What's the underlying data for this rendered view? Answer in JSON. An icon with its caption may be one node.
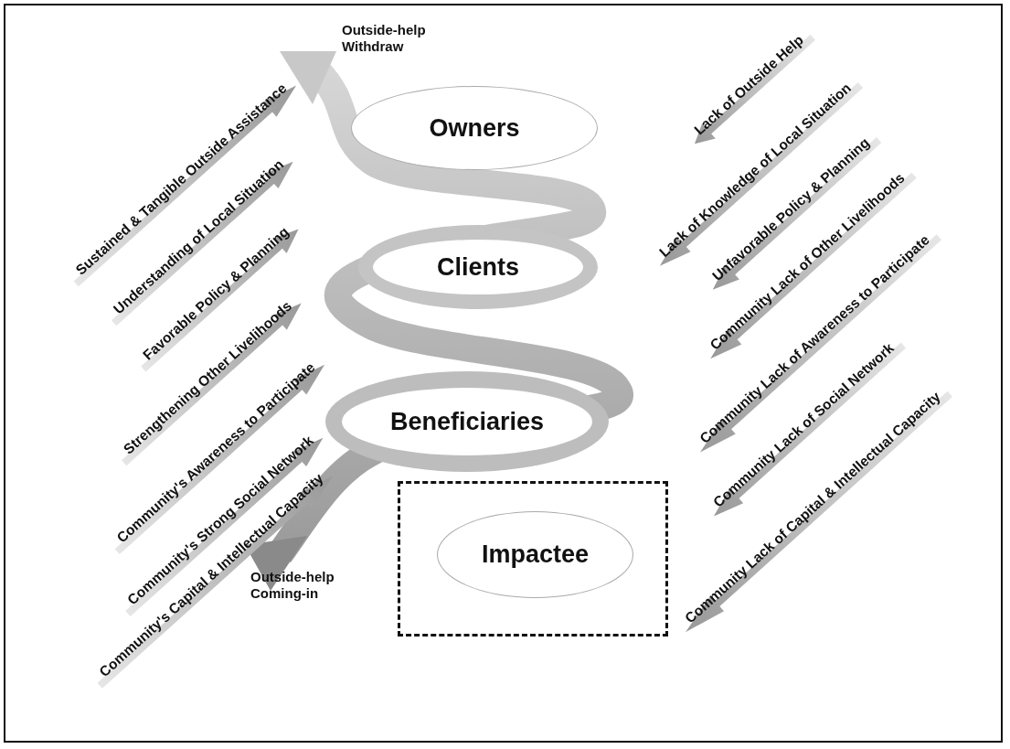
{
  "diagram": {
    "nodes": [
      {
        "text": [
          "Owners"
        ]
      },
      {
        "text": [
          "Clients"
        ]
      },
      {
        "text": [
          "Beneficiaries"
        ]
      },
      {
        "text": [],
        "shape": "box"
      },
      {
        "text": [
          "Impactee"
        ],
        "in": 3
      }
    ],
    "labels": [
      "Outside-help Withdraw",
      "Sustained & Tangible Outside Assistance",
      "Lack of Outside Help",
      "Understanding of Local Situation",
      "Lack of Knowledge of Local Situation",
      "Favorable Policy & Planning",
      "Unfavorable Policy & Planning",
      "Strengthening Other Livelihoods",
      "Community Lack of Other Livelihoods",
      "Community's Awareness to Participate",
      "Community Lack of Awareness to Participate",
      "Community's Strong Social Network",
      "Community Lack of Social Network",
      "Community's Capital & Intellectual Capacity",
      "Community Lack of Capital & Intellectual Capacity",
      "Outside-help Coming-in"
    ]
  }
}
